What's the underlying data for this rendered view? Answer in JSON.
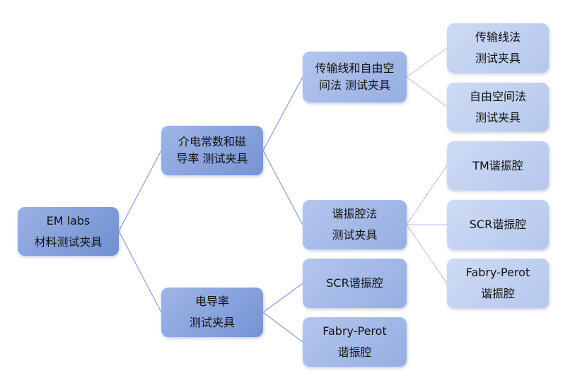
{
  "colors": {
    "line": "#8a9fdc",
    "line_light": "#c3cdee"
  },
  "root": {
    "line1": "EM labs",
    "line2": "材料测试夹具"
  },
  "permittivity": {
    "line1": "介电常数和磁",
    "line2": "导率 测试夹具"
  },
  "conductivity": {
    "line1": "电导率",
    "line2": "测试夹具"
  },
  "transmission_free_space": {
    "line1": "传输线和自由空",
    "line2": "间法 测试夹具"
  },
  "resonator_method": {
    "line1": "谐振腔法",
    "line2": "测试夹具"
  },
  "cond_scr": {
    "line1": "SCR谐振腔"
  },
  "cond_fabry": {
    "line1": "Fabry-Perot",
    "line2": "谐振腔"
  },
  "transmission_line": {
    "line1": "传输线法",
    "line2": "测试夹具"
  },
  "free_space": {
    "line1": "自由空间法",
    "line2": "测试夹具"
  },
  "tm_resonator": {
    "line1": "TM谐振腔"
  },
  "scr_resonator": {
    "line1": "SCR谐振腔"
  },
  "fabry_resonator": {
    "line1": "Fabry-Perot",
    "line2": "谐振腔"
  }
}
